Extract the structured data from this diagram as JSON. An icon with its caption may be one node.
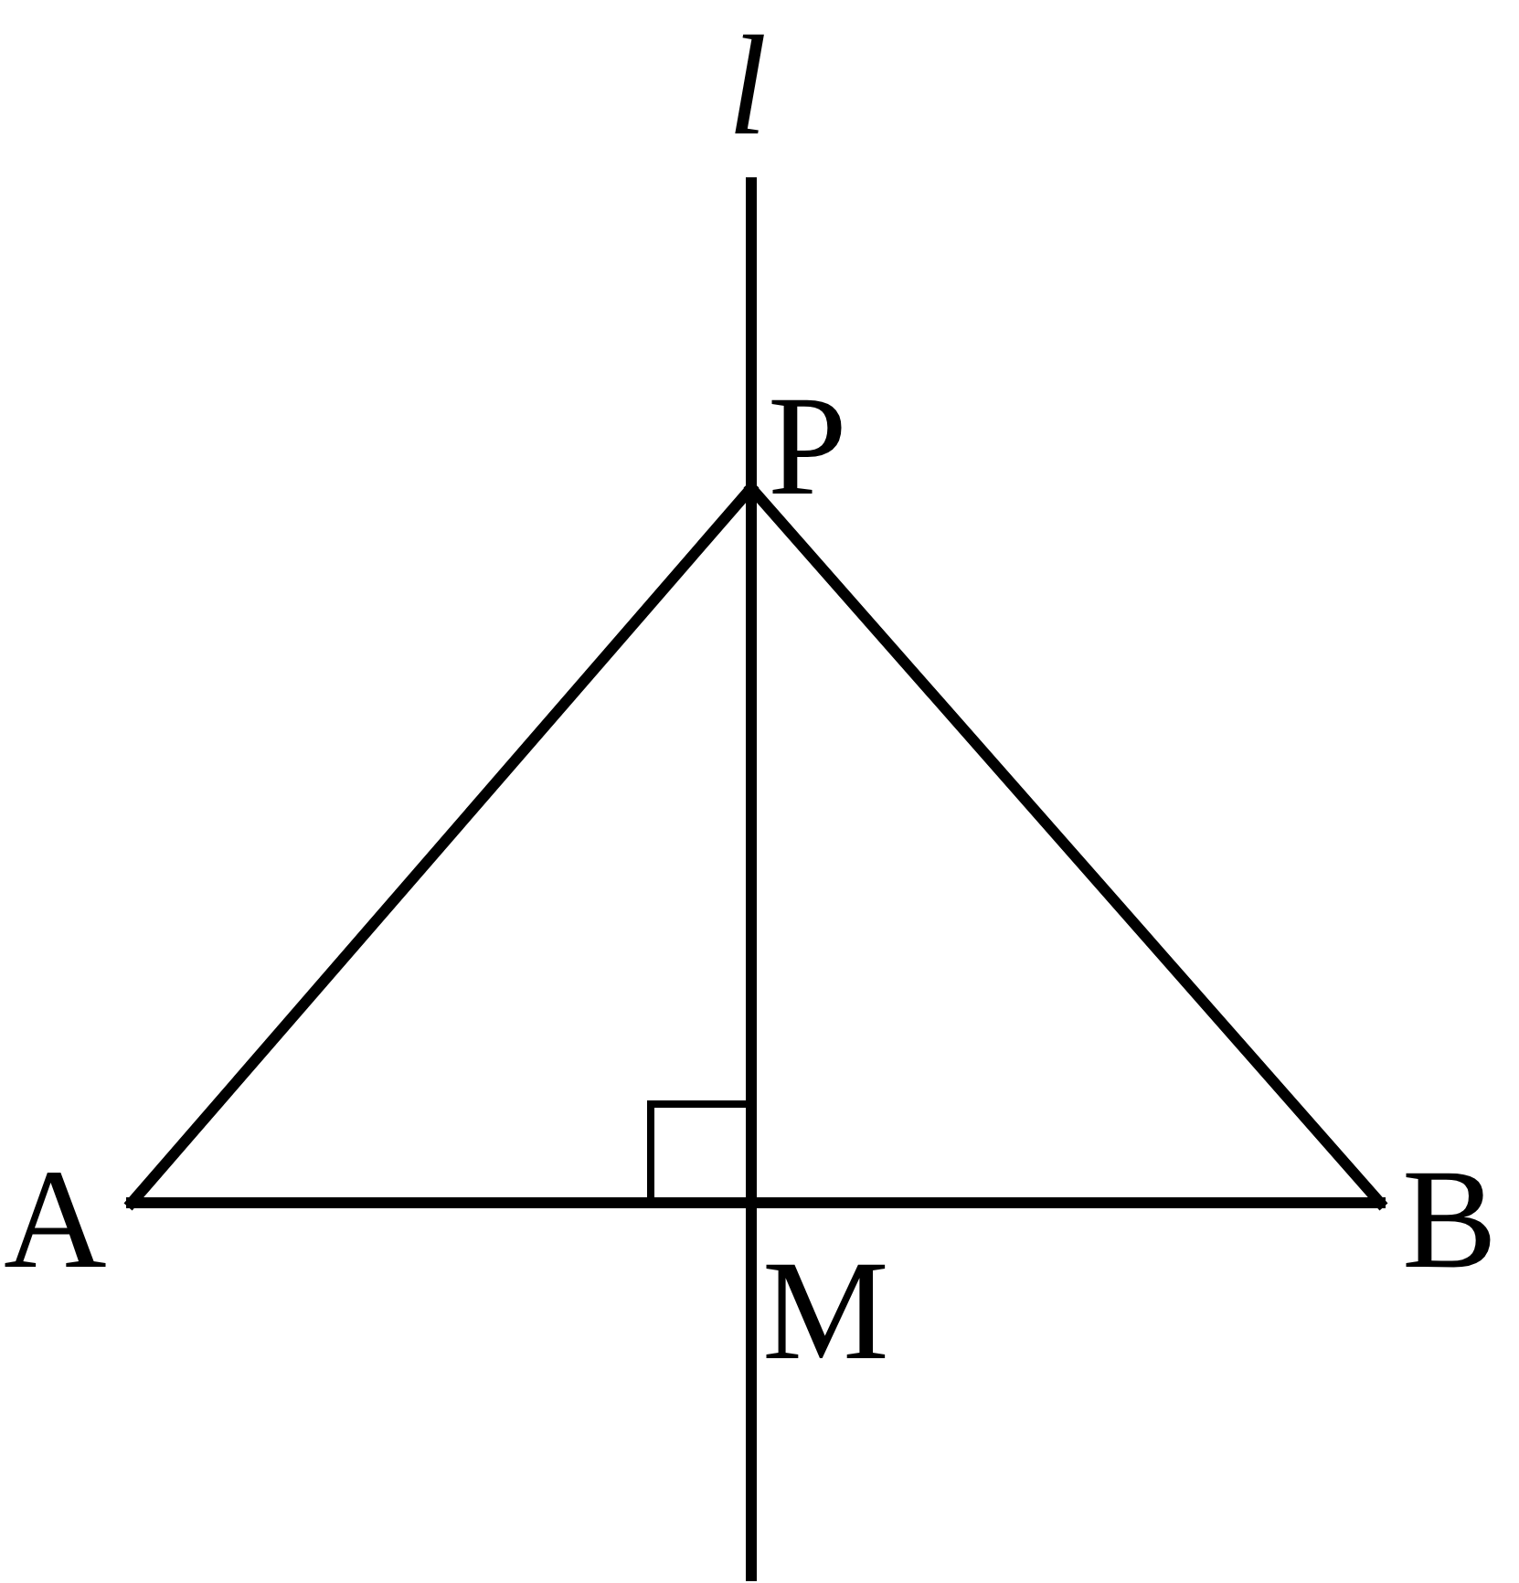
{
  "diagram": {
    "nodes": [
      {
        "text": [
          "l"
        ]
      },
      {
        "text": [
          "P"
        ]
      },
      {
        "text": [
          "A"
        ]
      },
      {
        "text": [
          "M"
        ]
      },
      {
        "text": [
          "B"
        ]
      }
    ],
    "edges": [
      {
        "from": 0,
        "to": 1,
        "arrow": "none"
      },
      {
        "from": 1,
        "to": 3,
        "arrow": "none"
      },
      {
        "from": 3,
        "to": null,
        "arrow": "none"
      },
      {
        "from": 1,
        "to": 2,
        "arrow": "none"
      },
      {
        "from": 1,
        "to": 4,
        "arrow": "none"
      },
      {
        "from": 2,
        "to": 3,
        "arrow": "none"
      },
      {
        "from": 3,
        "to": 4,
        "arrow": "none"
      }
    ]
  }
}
